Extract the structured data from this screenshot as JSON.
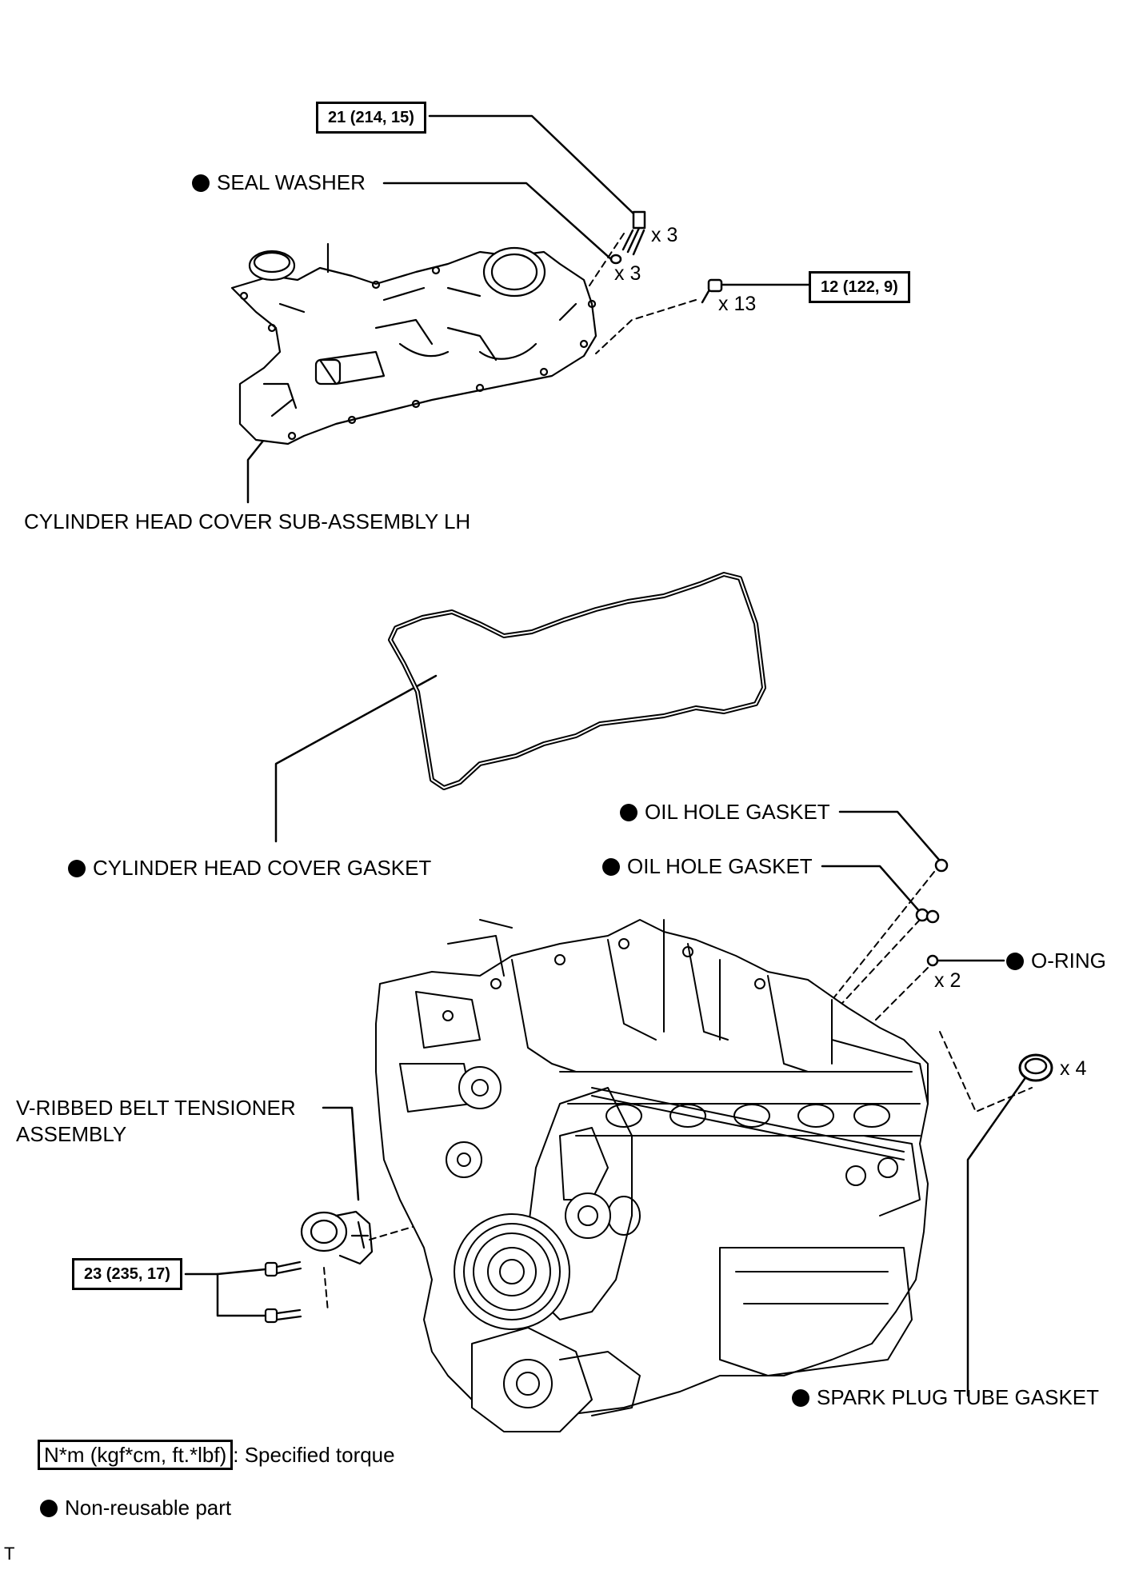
{
  "torque": {
    "t1": "21 (214, 15)",
    "t2": "12 (122, 9)",
    "t3": "23 (235, 17)"
  },
  "labels": {
    "seal_washer": "SEAL WASHER",
    "head_cover": "CYLINDER HEAD COVER SUB-ASSEMBLY LH",
    "cover_gasket": "CYLINDER HEAD COVER GASKET",
    "oil_hole_gasket_1": "OIL HOLE GASKET",
    "oil_hole_gasket_2": "OIL HOLE GASKET",
    "o_ring": "O-RING",
    "tensioner_line1": "V-RIBBED BELT TENSIONER",
    "tensioner_line2": "ASSEMBLY",
    "spark_plug_tube_gasket": "SPARK PLUG TUBE GASKET"
  },
  "quantities": {
    "bolt_x3": "x 3",
    "washer_x3": "x 3",
    "bolt_x13": "x 13",
    "oring_x2": "x 2",
    "spark_x4": "x 4"
  },
  "legend": {
    "torque_unit": "N*m (kgf*cm, ft.*lbf)",
    "torque_desc": ": Specified torque",
    "non_reusable": "Non-reusable part"
  },
  "footer_mark": "T"
}
